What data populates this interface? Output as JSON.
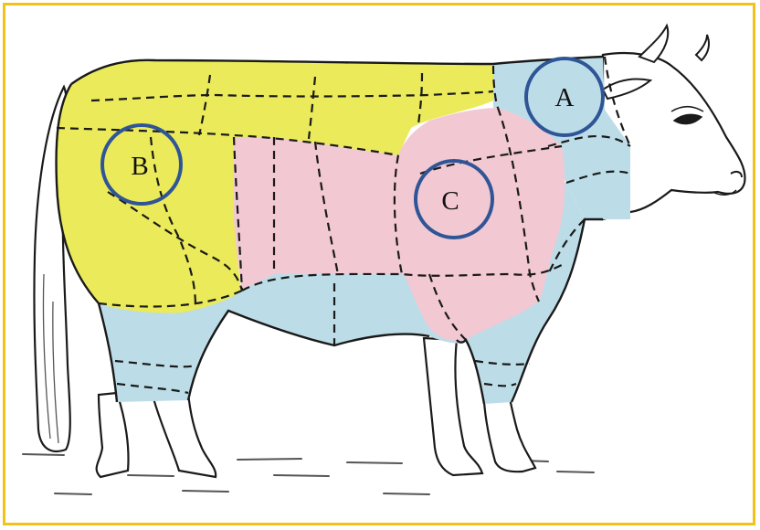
{
  "markers": [
    {
      "id": "A",
      "label": "A"
    },
    {
      "id": "B",
      "label": "B"
    },
    {
      "id": "C",
      "label": "C"
    }
  ],
  "colors": {
    "frame": "#f2c21b",
    "yellow_region": "#eaea5a",
    "pink_region": "#f2c8d3",
    "blue_region": "#bcdde8",
    "outline": "#1a1a1a",
    "marker_circle": "#2f5597"
  }
}
